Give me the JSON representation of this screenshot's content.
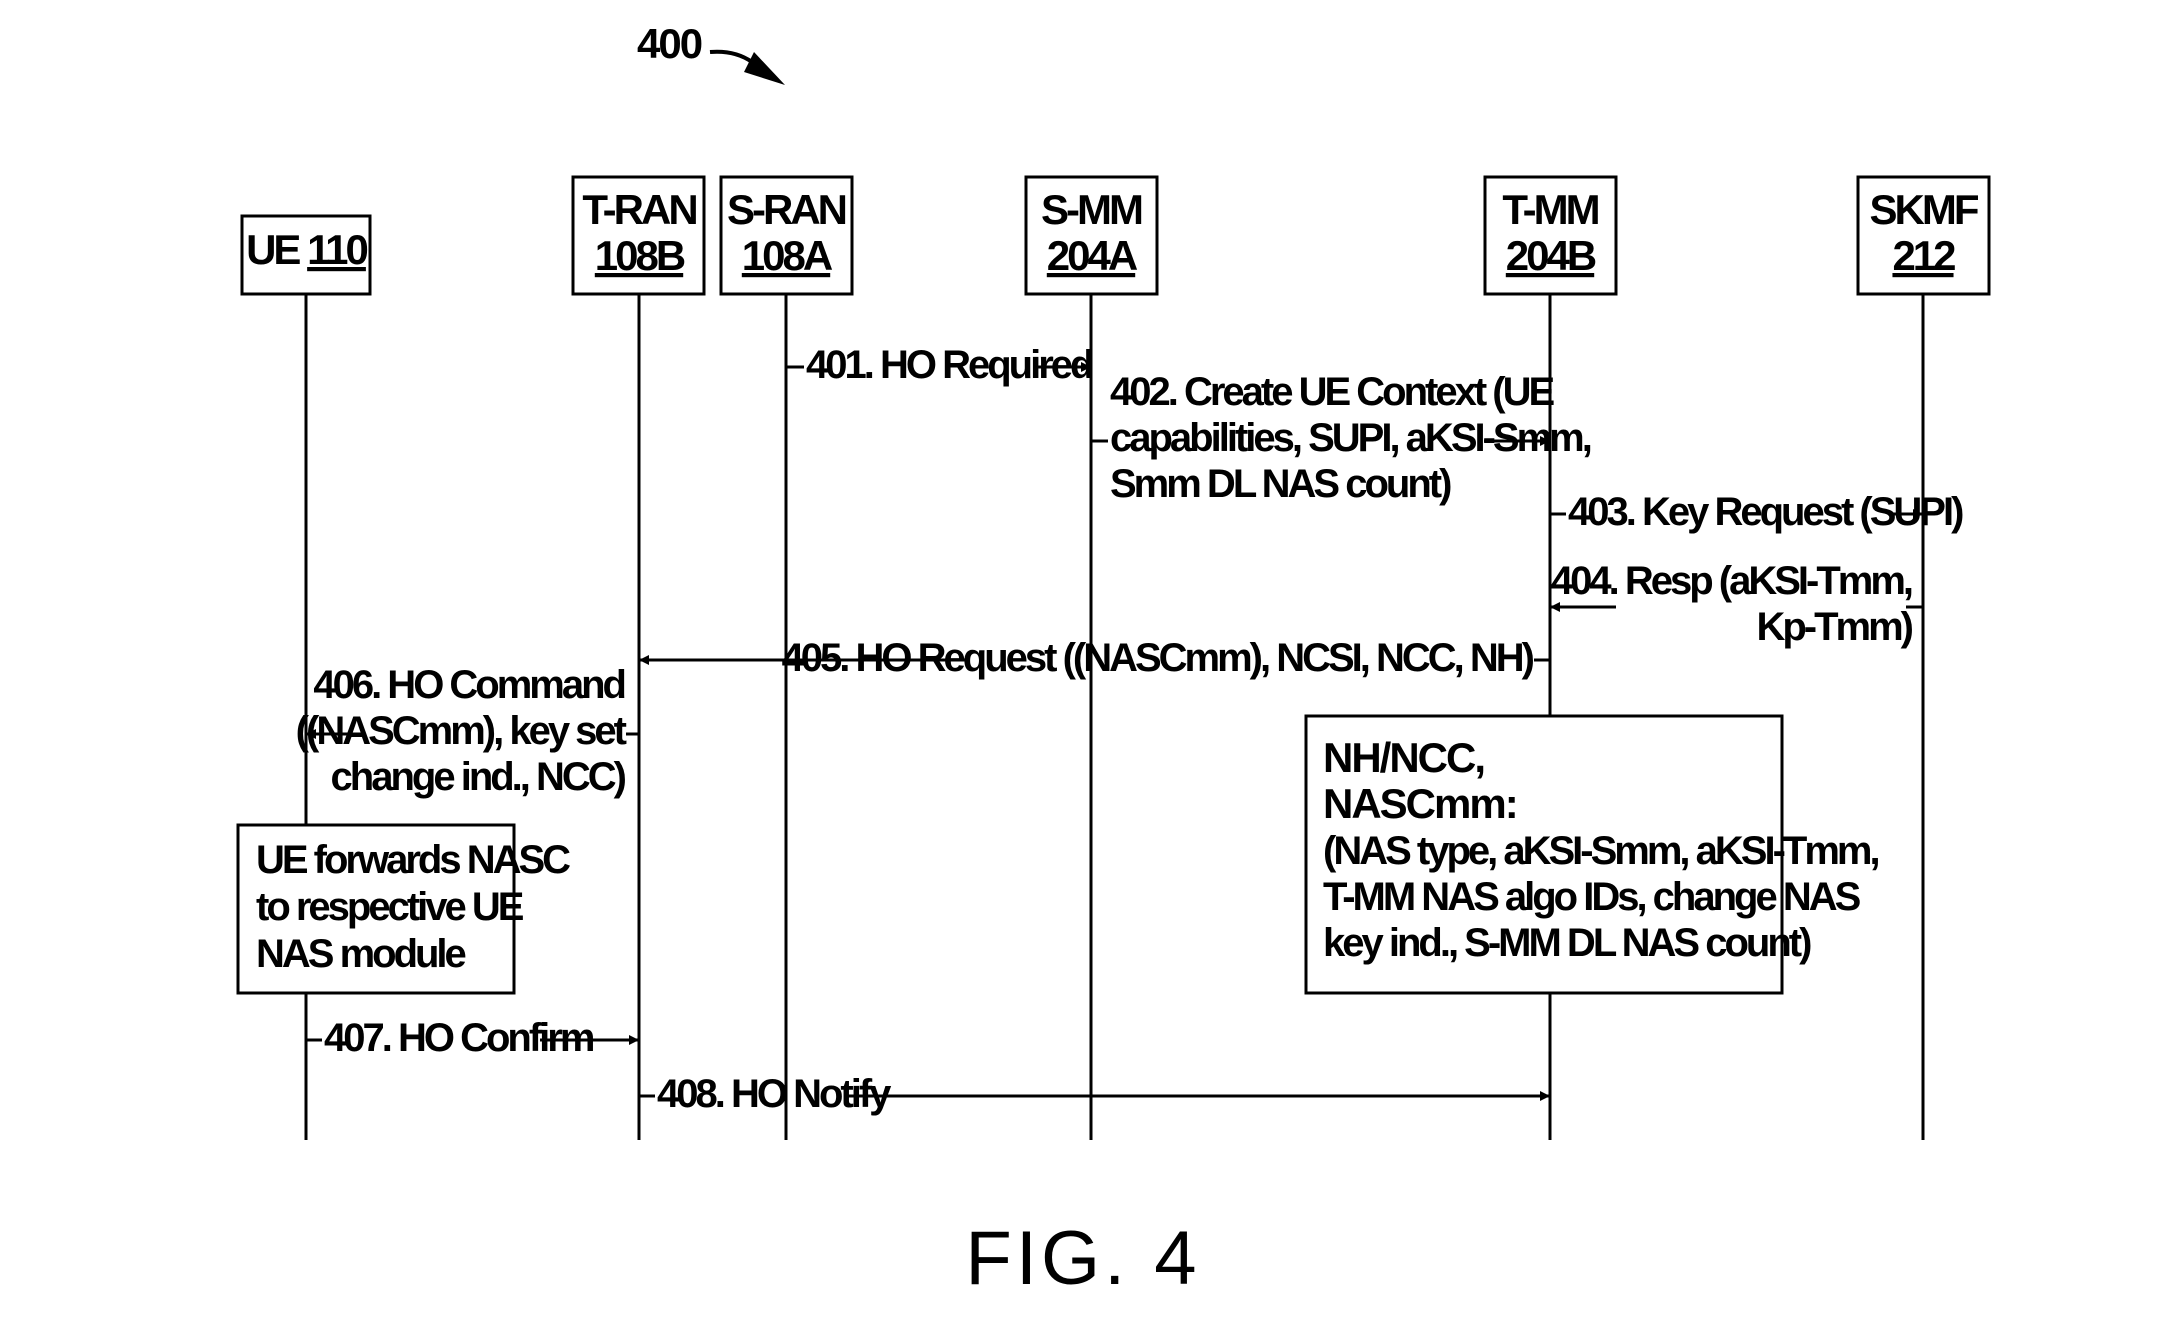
{
  "figure_number": "400",
  "figure_caption": "FIG. 4",
  "entities": [
    {
      "id": "ue",
      "name": "UE",
      "ref": "110"
    },
    {
      "id": "tran",
      "name": "T-RAN",
      "ref": "108B"
    },
    {
      "id": "sran",
      "name": "S-RAN",
      "ref": "108A"
    },
    {
      "id": "smm",
      "name": "S-MM",
      "ref": "204A"
    },
    {
      "id": "tmm",
      "name": "T-MM",
      "ref": "204B"
    },
    {
      "id": "skmf",
      "name": "SKMF",
      "ref": "212"
    }
  ],
  "messages": [
    {
      "id": "m401",
      "from": "sran",
      "to": "smm",
      "lines": [
        "401. HO Required"
      ]
    },
    {
      "id": "m402",
      "from": "smm",
      "to": "tmm",
      "lines": [
        "402. Create UE Context (UE",
        "capabilities, SUPI, aKSI-Smm,",
        "Smm DL NAS count)"
      ]
    },
    {
      "id": "m403",
      "from": "tmm",
      "to": "skmf",
      "lines": [
        "403. Key Request (SUPI)"
      ]
    },
    {
      "id": "m404",
      "from": "skmf",
      "to": "tmm",
      "lines": [
        "404. Resp (aKSI-Tmm,",
        "Kp-Tmm)"
      ]
    },
    {
      "id": "m405",
      "from": "tmm",
      "to": "tran",
      "lines": [
        "405. HO Request ((NASCmm), NCSI, NCC, NH)"
      ]
    },
    {
      "id": "m406",
      "from": "tran",
      "to": "ue",
      "lines": [
        "406. HO Command",
        "((NASCmm), key set",
        "change ind., NCC)"
      ]
    },
    {
      "id": "m407",
      "from": "ue",
      "to": "tran",
      "lines": [
        "407. HO Confirm"
      ]
    },
    {
      "id": "m408",
      "from": "tran",
      "to": "tmm",
      "lines": [
        "408. HO Notify"
      ]
    }
  ],
  "notes": [
    {
      "id": "ue-note",
      "lines": [
        "UE forwards NASC",
        "to respective UE",
        "NAS module"
      ]
    },
    {
      "id": "nh-note",
      "bold_lines": [
        "NH/NCC,",
        "NASCmm:"
      ],
      "lines": [
        "(NAS type, aKSI-Smm, aKSI-Tmm,",
        "T-MM NAS algo IDs, change NAS",
        "key ind., S-MM DL NAS count)"
      ]
    }
  ]
}
